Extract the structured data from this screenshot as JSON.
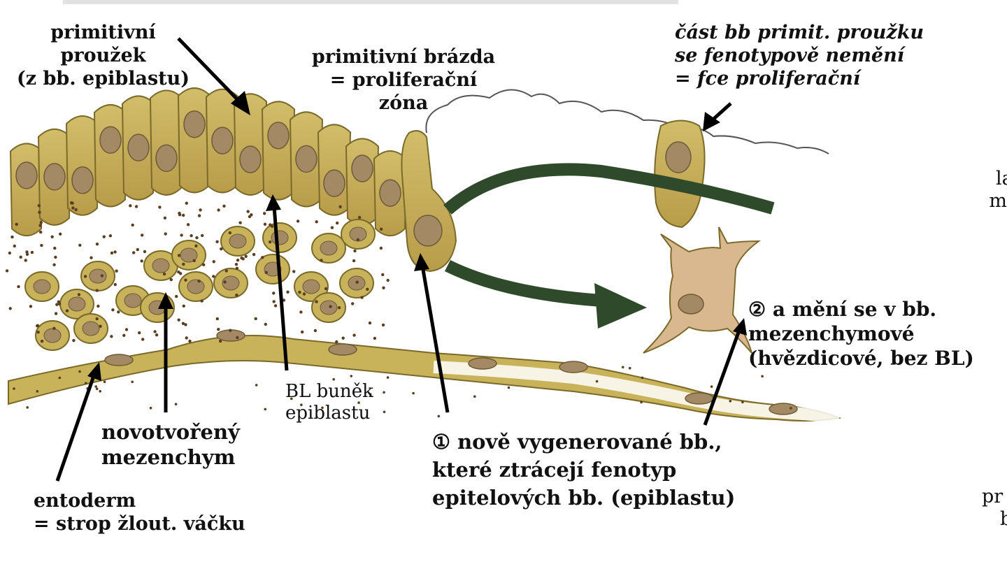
{
  "labels": {
    "primitive_streak": [
      "primitivní",
      "proužek",
      "(z bb. epiblastu)"
    ],
    "primitive_groove": [
      "primitivní brázda",
      "= proliferační",
      "zóna"
    ],
    "streak_part": [
      "část bb primit. proužku",
      "se fenotypově nemění",
      "= fce proliferační"
    ],
    "change_cells": [
      "② a mění se v bb.",
      "mezenchymové",
      "(hvězdicové, bez BL)"
    ],
    "bl_epiblast": [
      "BL buněk",
      "epiblastu"
    ],
    "new_mesenchyme": [
      "novotvořený",
      "mezenchym"
    ],
    "entoderm": [
      "entoderm",
      "= strop žlout. váčku"
    ],
    "new_cells": [
      "① nově vygenerované bb.,",
      "které ztrácejí fenotyp",
      "epitelových bb. (epiblastu)"
    ]
  },
  "edge_fragments": {
    "right_top": [
      "la",
      "m"
    ],
    "right_bottom": [
      "pr",
      "b"
    ]
  },
  "colors": {
    "cell_fill": "#c8b25a",
    "cell_stroke": "#7a6a2a",
    "nucleus_fill": "#a48a64",
    "granule": "#5a3e22",
    "arrow_green": "#2f4a2a",
    "pointer": "#000000",
    "mesenchyme_cell": "#d9b890"
  }
}
